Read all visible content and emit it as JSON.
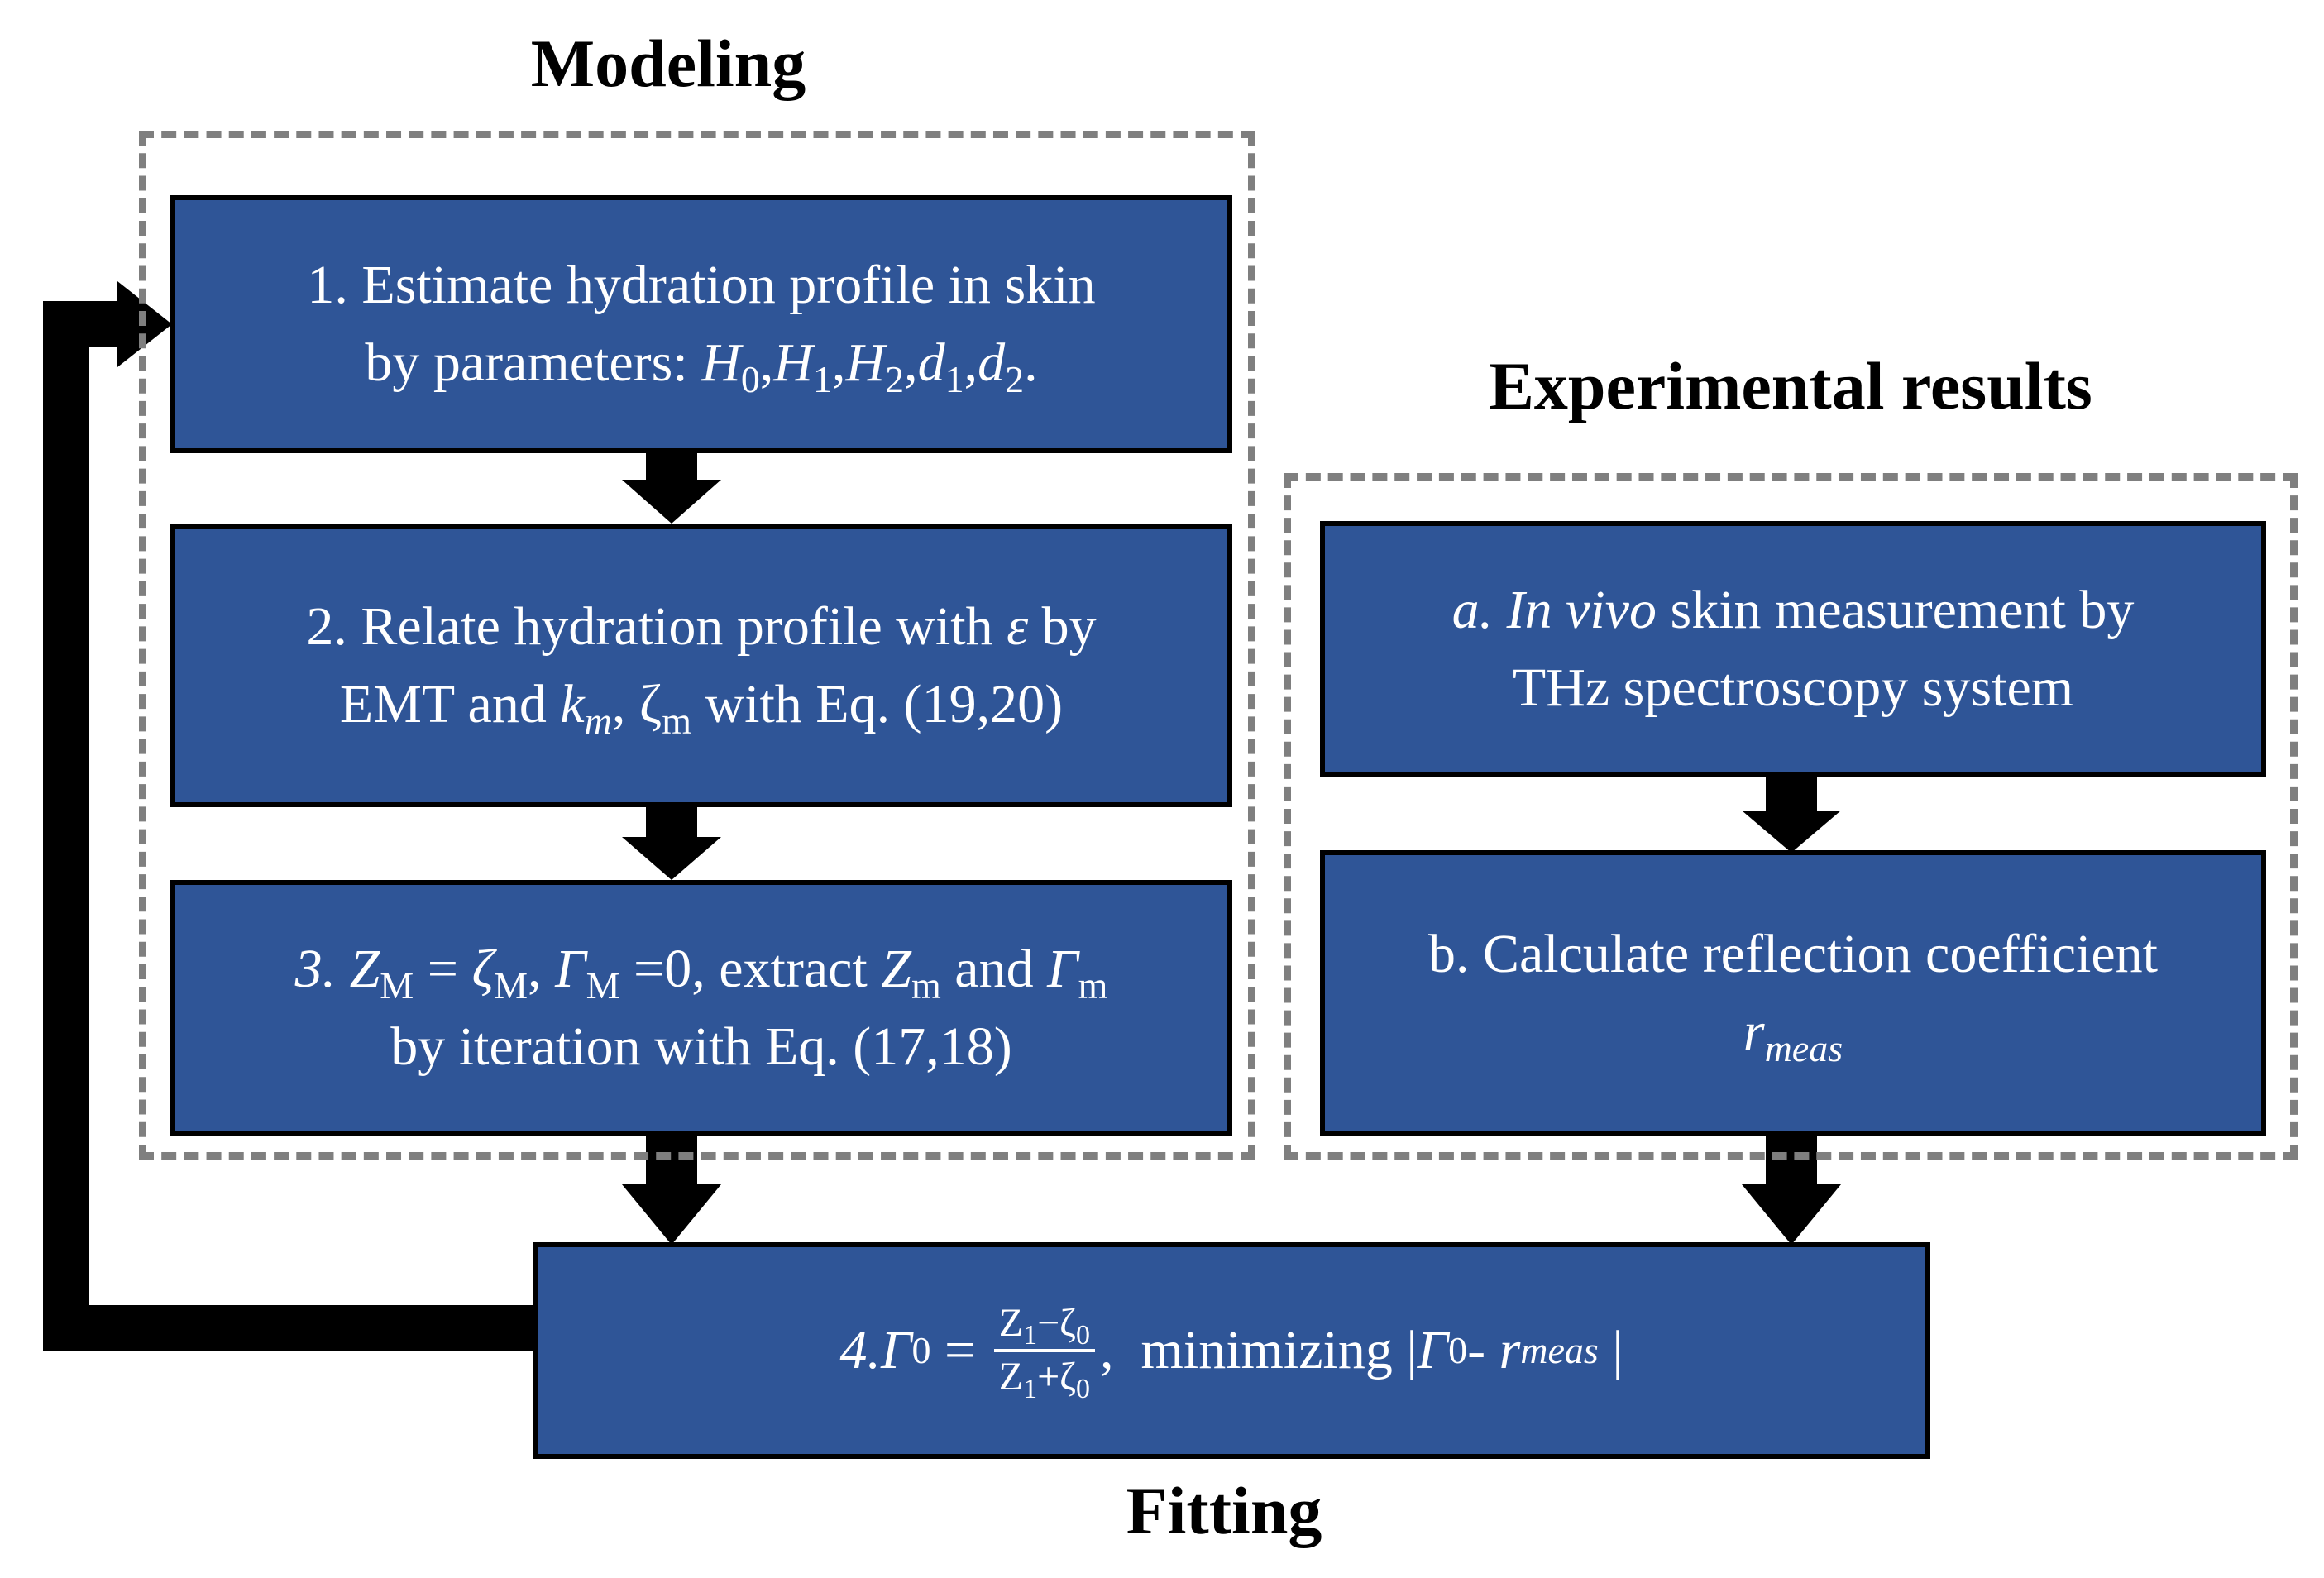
{
  "headings": {
    "modeling": "Modeling",
    "experimental": "Experimental results",
    "fitting": "Fitting"
  },
  "colors": {
    "box_fill": "#2f5597",
    "box_border": "#000000",
    "box_text": "#ffffff",
    "dashed_frame": "#7f7f7f",
    "arrow": "#000000"
  },
  "steps": {
    "step1": {
      "line1": "1. Estimate hydration profile in skin",
      "line2_prefix": "by parameters: ",
      "params": [
        {
          "var": "H",
          "sub": "0"
        },
        {
          "var": "H",
          "sub": "1"
        },
        {
          "var": "H",
          "sub": "2"
        },
        {
          "var": "d",
          "sub": "1"
        },
        {
          "var": "d",
          "sub": "2"
        }
      ],
      "separator": ",",
      "line2_end": "."
    },
    "step2": {
      "line1_prefix": "2. Relate hydration profile with ",
      "epsilon": "ε",
      "line1_suffix": " by",
      "line2_prefix": "EMT and ",
      "k": "k",
      "k_sub": "m",
      "comma": ", ",
      "zeta": "ζ",
      "zeta_sub": "m",
      "line2_suffix": " with Eq. (19,20)"
    },
    "step3": {
      "num": "3. ",
      "Z": "Z",
      "sub_M": "M",
      "eq": " = ",
      "zeta": "ζ",
      "comma": ", ",
      "Gamma": "Γ",
      "eq_zero": " =0, extract ",
      "sub_m": "m",
      "and": " and ",
      "line2": "by iteration with Eq. (17,18)"
    },
    "stepA": {
      "label": "a. ",
      "italic": "In vivo",
      "line1_rest": " skin measurement by",
      "line2": "THz spectroscopy system"
    },
    "stepB": {
      "line1": "b. Calculate reflection coefficient",
      "r": "r",
      "r_sub": "meas"
    },
    "step4": {
      "prefix": "4.",
      "Gamma": "Γ",
      "Gamma_sub": "0",
      "eq": " = ",
      "num_Z": "Z",
      "num_Z_sub": "1",
      "num_op": "−",
      "num_zeta": "ζ",
      "num_zeta_sub": "0",
      "den_Z": "Z",
      "den_Z_sub": "1",
      "den_op": "+",
      "den_zeta": "ζ",
      "den_zeta_sub": "0",
      "after_frac": ",",
      "minimizing": "  minimizing |",
      "minus": "- ",
      "r": "r",
      "r_sub": "meas",
      "bar_end": " |"
    }
  }
}
